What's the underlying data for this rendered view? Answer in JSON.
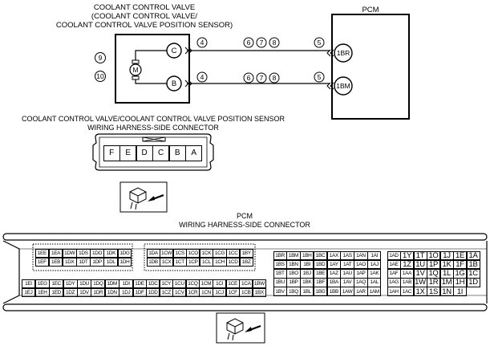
{
  "valve": {
    "title_lines": [
      "COOLANT CONTROL VALVE",
      "(COOLANT CONTROL VALVE/",
      "COOLANT CONTROL VALVE POSITION SENSOR)"
    ],
    "terminal_top": "C",
    "terminal_bottom": "B",
    "motor": "M",
    "side_refs": [
      "9",
      "10"
    ]
  },
  "pcm": {
    "title": "PCM",
    "terminal_top": "1BR",
    "terminal_bottom": "1BM"
  },
  "wire_top": {
    "left_ref": "4",
    "mid_refs": [
      "6",
      "7",
      "8"
    ],
    "right_ref": "5"
  },
  "wire_bottom": {
    "left_ref": "4",
    "mid_refs": [
      "6",
      "7",
      "8"
    ],
    "right_ref": "5"
  },
  "valve_connector": {
    "title_lines": [
      "COOLANT CONTROL VALVE/COOLANT CONTROL VALVE POSITION SENSOR",
      "WIRING HARNESS-SIDE CONNECTOR"
    ],
    "pins": [
      "F",
      "E",
      "D",
      "C",
      "B",
      "A"
    ]
  },
  "pcm_connector": {
    "title_lines": [
      "PCM",
      "WIRING HARNESS-SIDE CONNECTOR"
    ],
    "block1": [
      [
        "1EE",
        "1EA",
        "1DW",
        "1DS",
        "1DO",
        "1DK",
        "1DG"
      ],
      [
        "1EF",
        "1EB",
        "1DX",
        "1DT",
        "1DP",
        "1DL",
        "1DH"
      ],
      [
        "1EI",
        "1EG",
        "1EC",
        "1DY",
        "1DU",
        "1DQ",
        "1DM",
        "1DI"
      ],
      [
        "1EJ",
        "1EH",
        "1ED",
        "1DZ",
        "1DV",
        "1DR",
        "1DN",
        "1DJ"
      ]
    ],
    "block2": [
      [
        "1DA",
        "1CW",
        "1CS",
        "1CO",
        "1CK",
        "1CG",
        "1CC",
        "1BY"
      ],
      [
        "1DB",
        "1CX",
        "1CT",
        "1CP",
        "1CL",
        "1CH",
        "1CD",
        "1BZ"
      ],
      [
        "1DE",
        "1DC",
        "1CY",
        "1CU",
        "1CQ",
        "1CM",
        "1CI",
        "1CE",
        "1CA",
        "1BW"
      ],
      [
        "1DF",
        "1DD",
        "1CZ",
        "1CV",
        "1CR",
        "1CN",
        "1CJ",
        "1CF",
        "1CB",
        "1BX"
      ]
    ],
    "block3": [
      [
        "1BR",
        "1BM",
        "1BH",
        "1BC",
        "1AX",
        "1AS",
        "1AN",
        "1AI"
      ],
      [
        "1BS",
        "1BN",
        "1BI",
        "1BD",
        "1AY",
        "1AT",
        "1AO",
        "1AJ"
      ],
      [
        "1BT",
        "1BO",
        "1BJ",
        "1BE",
        "1AZ",
        "1AU",
        "1AP",
        "1AK"
      ],
      [
        "1BU",
        "1BP",
        "1BK",
        "1BF",
        "1BA",
        "1AV",
        "1AQ",
        "1AL"
      ],
      [
        "1BV",
        "1BQ",
        "1BL",
        "1BG",
        "1BB",
        "1AW",
        "1AR",
        "1AM"
      ]
    ],
    "block4": [
      [
        "1AD",
        "1Y",
        "1T",
        "1O",
        "1J",
        "1E",
        "1A"
      ],
      [
        "1AE",
        "1Z",
        "1U",
        "1P",
        "1K",
        "1F",
        "1B"
      ],
      [
        "1AF",
        "1AA",
        "1V",
        "1Q",
        "1L",
        "1G",
        "1C"
      ],
      [
        "1AG",
        "1AB",
        "1W",
        "1R",
        "1M",
        "1H",
        "1D"
      ],
      [
        "1AH",
        "1AC",
        "1X",
        "1S",
        "1N",
        "1I",
        ""
      ]
    ]
  }
}
